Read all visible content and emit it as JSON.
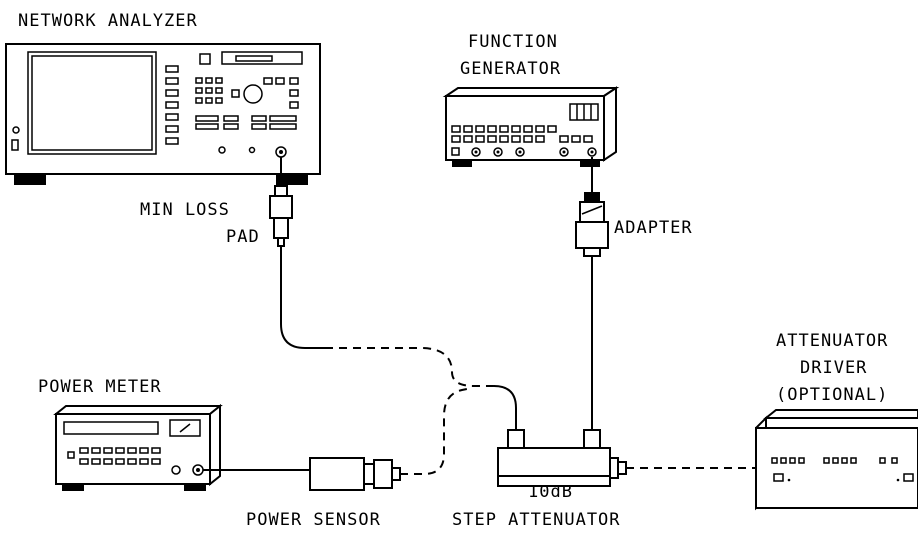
{
  "labels": {
    "network_analyzer": "NETWORK ANALYZER",
    "function_generator_1": "FUNCTION",
    "function_generator_2": "GENERATOR",
    "min_loss_pad_1": "MIN LOSS",
    "min_loss_pad_2": "PAD",
    "adapter": "ADAPTER",
    "power_meter": "POWER METER",
    "power_sensor": "POWER SENSOR",
    "step_attenuator_1": "10dB",
    "step_attenuator_2": "STEP ATTENUATOR",
    "attenuator_driver_1": "ATTENUATOR",
    "attenuator_driver_2": "DRIVER",
    "attenuator_driver_3": "(OPTIONAL)"
  }
}
